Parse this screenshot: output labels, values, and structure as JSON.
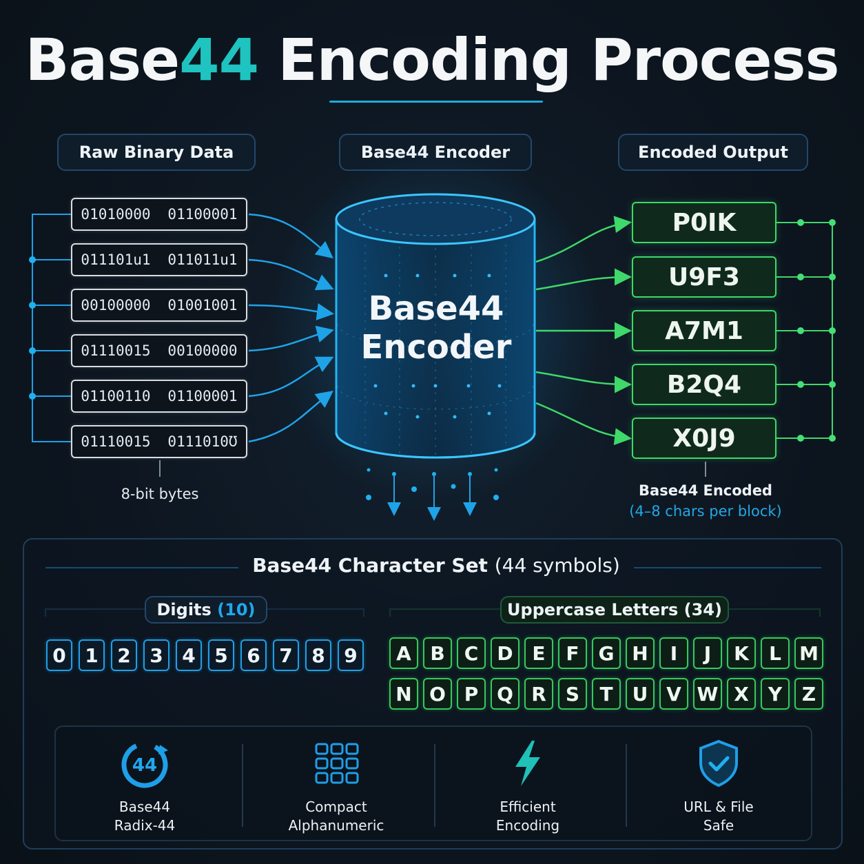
{
  "title": {
    "part1": "Base",
    "part2": "44",
    "part3": " Encoding Process"
  },
  "stages": {
    "input": "Raw Binary Data",
    "encoder": "Base44 Encoder",
    "output": "Encoded Output"
  },
  "input_bytes": [
    [
      "01010000",
      "01100001"
    ],
    [
      "011101u1",
      "011011u1"
    ],
    [
      "00100000",
      "01001001"
    ],
    [
      "01110015",
      "00100000"
    ],
    [
      "01100110",
      "01100001"
    ],
    [
      "01110015",
      "0111010Ʊ"
    ]
  ],
  "input_caption": "8-bit bytes",
  "encoder_label": {
    "line1": "Base44",
    "line2": "Encoder"
  },
  "output_blocks": [
    "P0IK",
    "U9F3",
    "A7M1",
    "B2Q4",
    "X0J9"
  ],
  "output_caption": {
    "line1": "Base44 Encoded",
    "line2": "(4–8 chars per block)"
  },
  "charset": {
    "heading": "Base44 Character Set",
    "heading_count": "(44 symbols)",
    "digits_label": "Digits",
    "digits_count": "(10)",
    "letters_label": "Uppercase Letters (34)",
    "digits": [
      "0",
      "1",
      "2",
      "3",
      "4",
      "5",
      "6",
      "7",
      "8",
      "9"
    ],
    "letters_row1": [
      "A",
      "B",
      "C",
      "D",
      "E",
      "F",
      "G",
      "H",
      "I",
      "J",
      "K",
      "L",
      "M"
    ],
    "letters_row2": [
      "N",
      "O",
      "P",
      "Q",
      "R",
      "S",
      "T",
      "U",
      "V",
      "W",
      "X",
      "Y",
      "Z"
    ]
  },
  "features": [
    {
      "icon": "radix-44-icon",
      "icon_text": "44",
      "line1": "Base44",
      "line2": "Radix-44"
    },
    {
      "icon": "grid-icon",
      "line1": "Compact",
      "line2": "Alphanumeric"
    },
    {
      "icon": "lightning-icon",
      "line1": "Efficient",
      "line2": "Encoding"
    },
    {
      "icon": "shield-check-icon",
      "line1": "URL & File",
      "line2": "Safe"
    }
  ],
  "colors": {
    "accent_teal": "#1fc4c0",
    "blue": "#1f9fe8",
    "green": "#3fd86a",
    "background": "#0d1620"
  }
}
